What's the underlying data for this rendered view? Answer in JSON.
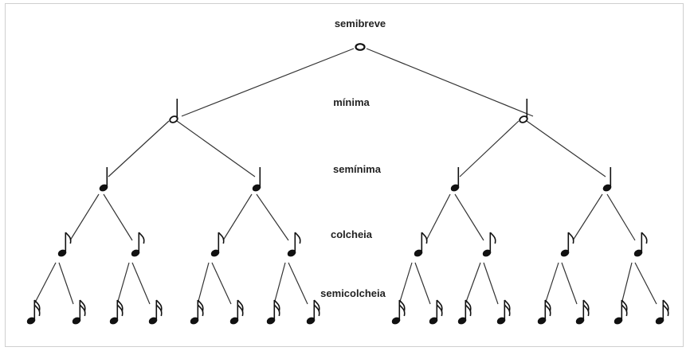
{
  "levels": [
    {
      "name": "semibreve",
      "count": 1,
      "icon": "whole-note-icon"
    },
    {
      "name": "mínima",
      "count": 2,
      "icon": "half-note-icon"
    },
    {
      "name": "semínima",
      "count": 4,
      "icon": "quarter-note-icon"
    },
    {
      "name": "colcheia",
      "count": 8,
      "icon": "eighth-note-icon"
    },
    {
      "name": "semicolcheia",
      "count": 16,
      "icon": "sixteenth-note-icon"
    }
  ]
}
